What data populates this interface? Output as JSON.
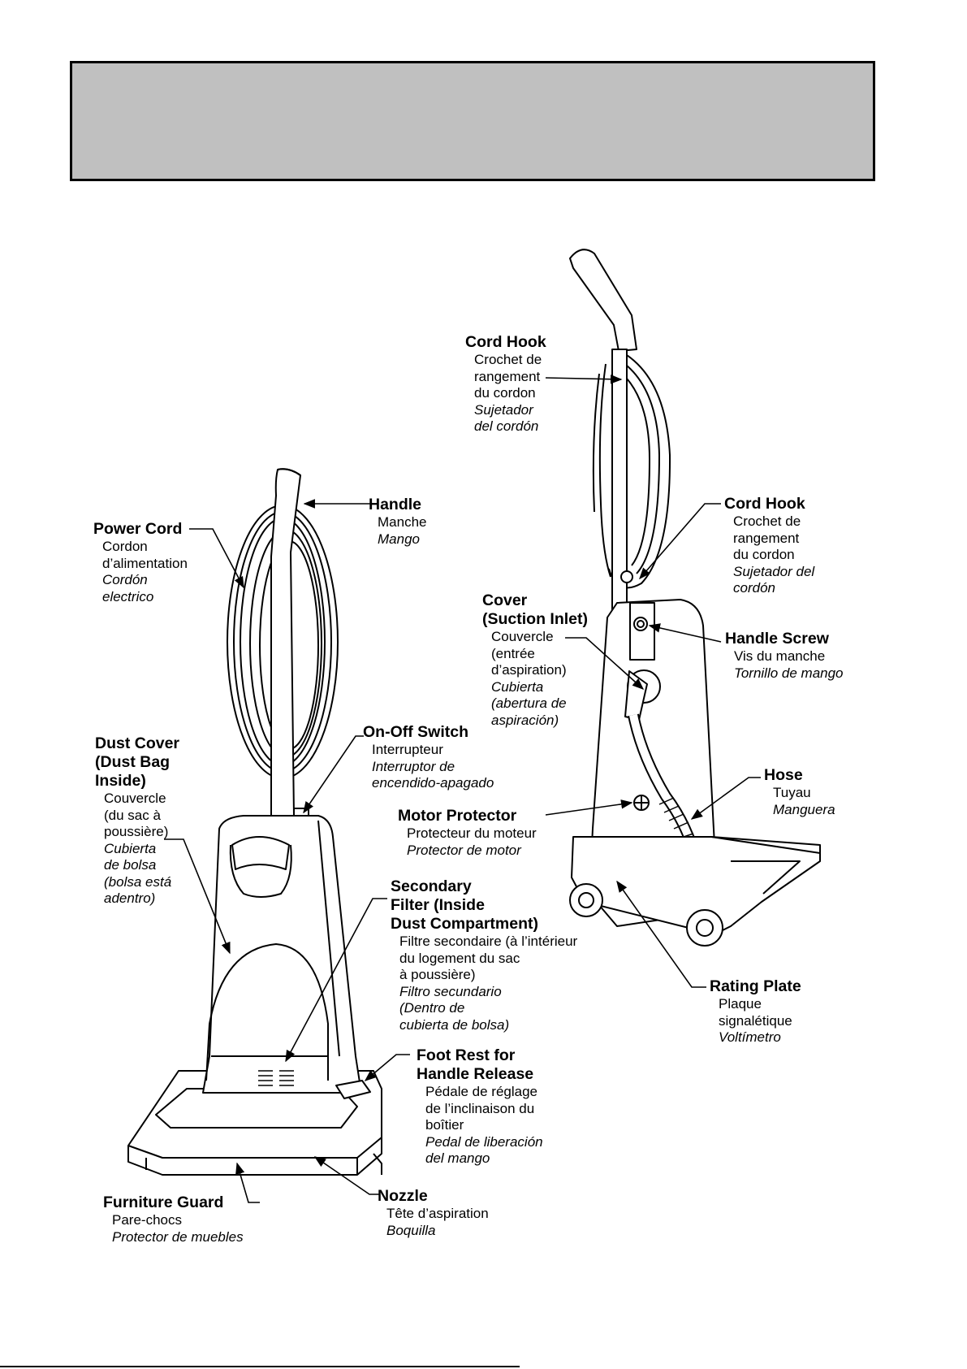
{
  "colors": {
    "banner": "#c0c0c0",
    "ink": "#000000"
  },
  "labels": {
    "cord_hook_top": {
      "title": "Cord Hook",
      "fr": [
        "Crochet de",
        "rangement",
        "du cordon"
      ],
      "es": [
        "Sujetador",
        "del cordón"
      ]
    },
    "handle": {
      "title": "Handle",
      "fr": [
        "Manche"
      ],
      "es": [
        "Mango"
      ]
    },
    "power_cord": {
      "title": "Power Cord",
      "fr": [
        "Cordon",
        "d’alimentation"
      ],
      "es": [
        "Cordón",
        "electrico"
      ]
    },
    "cord_hook_lower": {
      "title": "Cord Hook",
      "fr": [
        "Crochet de",
        "rangement",
        "du cordon"
      ],
      "es": [
        "Sujetador del",
        "cordón"
      ]
    },
    "cover": {
      "title": [
        "Cover",
        "(Suction Inlet)"
      ],
      "fr": [
        "Couvercle",
        "(entrée",
        "d’aspiration)"
      ],
      "es": [
        "Cubierta",
        "(abertura de",
        "aspiración)"
      ]
    },
    "handle_screw": {
      "title": "Handle Screw",
      "fr": [
        "Vis du manche"
      ],
      "es": [
        "Tornillo de mango"
      ]
    },
    "on_off_switch": {
      "title": "On-Off Switch",
      "fr": [
        "Interrupteur"
      ],
      "es": [
        "Interruptor de",
        "encendido-apagado"
      ]
    },
    "dust_cover": {
      "title": [
        "Dust Cover",
        "(Dust Bag",
        "Inside)"
      ],
      "fr": [
        "Couvercle",
        "(du sac à",
        "poussière)"
      ],
      "es": [
        "Cubierta",
        "de bolsa",
        "(bolsa está",
        "adentro)"
      ]
    },
    "hose": {
      "title": "Hose",
      "fr": [
        "Tuyau"
      ],
      "es": [
        "Manguera"
      ]
    },
    "motor_protector": {
      "title": "Motor Protector",
      "fr": [
        "Protecteur du moteur"
      ],
      "es": [
        "Protector de motor"
      ]
    },
    "secondary_filter": {
      "title": [
        "Secondary",
        "Filter (Inside",
        "Dust Compartment)"
      ],
      "fr": [
        "Filtre secondaire (à l’intérieur",
        "du logement du sac",
        "à poussière)"
      ],
      "es": [
        "Filtro secundario",
        "(Dentro de",
        "cubierta de bolsa)"
      ]
    },
    "rating_plate": {
      "title": "Rating Plate",
      "fr": [
        "Plaque",
        "signalétique"
      ],
      "es": [
        "Voltímetro"
      ]
    },
    "foot_rest": {
      "title": [
        "Foot Rest for",
        "Handle Release"
      ],
      "fr": [
        "Pédale de réglage",
        "de l’inclinaison du",
        "boîtier"
      ],
      "es": [
        "Pedal de liberación",
        "del mango"
      ]
    },
    "furniture_guard": {
      "title": "Furniture Guard",
      "fr": [
        "Pare-chocs"
      ],
      "es": [
        "Protector de muebles"
      ]
    },
    "nozzle": {
      "title": "Nozzle",
      "fr": [
        "Tête d’aspiration"
      ],
      "es": [
        "Boquilla"
      ]
    }
  }
}
